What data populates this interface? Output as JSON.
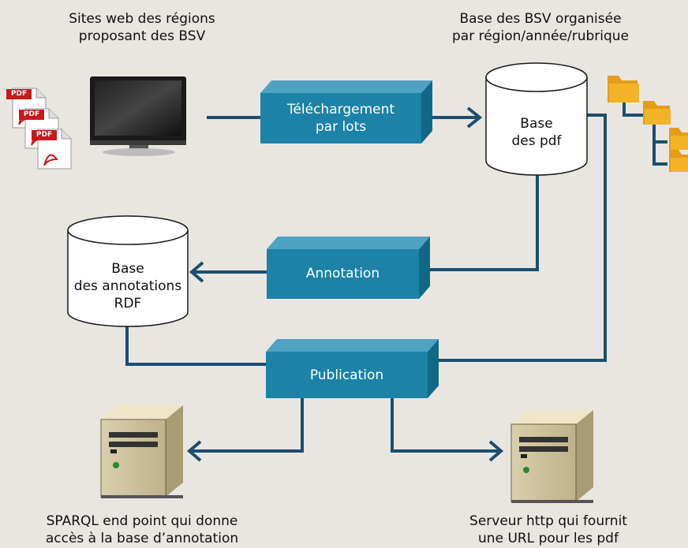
{
  "labels": {
    "sites_line1": "Sites web des régions",
    "sites_line2": "proposant des BSV",
    "base_bsv_line1": "Base des BSV organisée",
    "base_bsv_line2": "par région/année/rubrique",
    "sparql_line1": "SPARQL end point qui donne",
    "sparql_line2": "accès à la base d’annotation",
    "http_line1": "Serveur http qui fournit",
    "http_line2": "une URL pour les pdf"
  },
  "databases": {
    "pdf_line1": "Base",
    "pdf_line2": "des pdf",
    "rdf_line1": "Base",
    "rdf_line2": "des annotations",
    "rdf_line3": "RDF"
  },
  "processes": {
    "telechargement_line1": "Téléchargement",
    "telechargement_line2": "par lots",
    "annotation": "Annotation",
    "publication": "Publication"
  },
  "icons": {
    "pdf_badge": "PDF"
  },
  "colors": {
    "background": "#e9e6e1",
    "process_box": "#1c83a7",
    "connector": "#1c4e6e",
    "folder": "#f3b327"
  }
}
